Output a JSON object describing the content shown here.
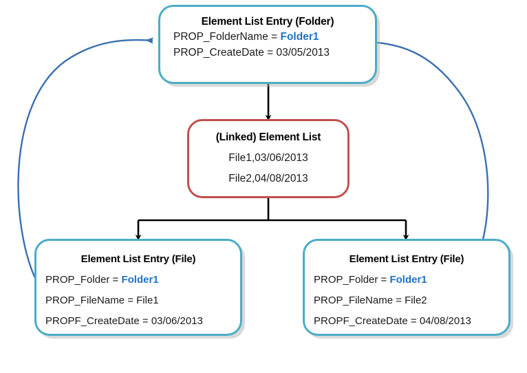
{
  "diagram": {
    "accent_color": "#1F72C4",
    "teal_color": "#4BACC6",
    "red_color": "#C0504D",
    "edge_color": "#3A6FB0",
    "arrow_color": "#000000"
  },
  "folder_node": {
    "title": "Element List Entry (Folder)",
    "rows": [
      {
        "label": "PROP_FolderName = ",
        "value": "Folder1",
        "highlight": true
      },
      {
        "label": "PROP_CreateDate = 03/05/2013",
        "value": "",
        "highlight": false
      }
    ]
  },
  "linked_node": {
    "title": "(Linked) Element List",
    "rows": [
      {
        "text": "File1,03/06/2013"
      },
      {
        "text": "File2,04/08/2013"
      }
    ]
  },
  "file_nodes": [
    {
      "title": "Element List Entry (File)",
      "rows": [
        {
          "label": "PROP_Folder = ",
          "value": "Folder1",
          "highlight": true
        },
        {
          "label": "PROP_FileName = File1",
          "value": "",
          "highlight": false
        },
        {
          "label": "PROPF_CreateDate = 03/06/2013",
          "value": "",
          "highlight": false
        }
      ]
    },
    {
      "title": "Element List Entry (File)",
      "rows": [
        {
          "label": "PROP_Folder = ",
          "value": "Folder1",
          "highlight": true
        },
        {
          "label": "PROP_FileName = File2",
          "value": "",
          "highlight": false
        },
        {
          "label": "PROPF_CreateDate = 04/08/2013",
          "value": "",
          "highlight": false
        }
      ]
    }
  ]
}
